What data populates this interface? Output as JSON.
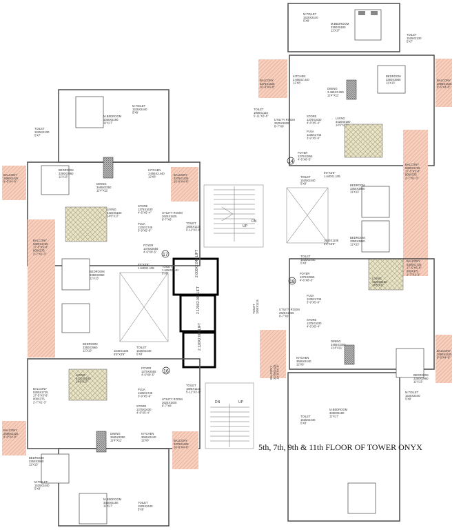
{
  "caption": "5th, 7th, 9th & 11th FLOOR OF TOWER ONYX",
  "unit_numbers": {
    "u14": "14",
    "u17": "17",
    "u18": "18",
    "u16": "16"
  },
  "lifts": {
    "lift1": "2.000X2.840 LIFT",
    "lift2": "2.120X2.000 LIFT",
    "lift3": "2.120X2.000 LIFT"
  },
  "stairs": {
    "dn": "DN",
    "up": "UP"
  },
  "ne": {
    "mtoilet": "M.TOILET\n1525X2440\n5'X8'",
    "mbedroom": "M.BEDROOM\n3350X5180\n11'X17'",
    "toilet": "TOILET\n1525X2130\n5'X7'",
    "kitchen": "KITCHEN\n3.655X2.440\n12'X8'",
    "dining": "DINING\n3.465X3.350\n11'4\"X11'",
    "bedroom": "BEDROOM\n3350X3960\n11'X13'",
    "balcony1": "BALCONY\n3275X1425\n10'-9\"X4'-8\"",
    "balcony2": "BALCONY\n2890X1425\n9'-6\"X4'-8\"",
    "toilet2": "TOILET\n1805X1115\n5'-11\"X3'-8\"",
    "utility": "UTILITY ROOM\n2625X1825\n8'-7\"X6'",
    "store": "STORE\n1375X1630\n4'-6\"X5'-4\"",
    "living": "LIVING\n4420X5180\n14'6\"X17'",
    "puja": "PUJA\n1135X1745\n3'-9\"X5'-9\"",
    "foyer": "FOYER\n1375X2555\n4'-6\"X8'-5\"",
    "balcony3": "BALCONY\n5300X1725\n17'-5\"X5'-8\"\n800X375\n2'-7\"X1'-3\"",
    "passage": "5'5\"X3'8\"\n1.640X1.105",
    "toilet3": "TOILET\n1525X2440\n5'X8'",
    "bedroom2": "BEDROOM\n3350X3960\n11'X13'",
    "bedroom3": "BEDROOM\n3350X3960\n11'X13'"
  },
  "se": {
    "toilet": "TOILET\n1525X2440\n5'X8'",
    "passage": "1640X1105\n5'5\"X3'8\"",
    "foyer": "FOYER\n1375X2555\n4'-6\"X8'-5\"",
    "living": "LIVING\n4420X5180\n14'6\"X17'",
    "balcony": "BALCONY\n5300X1725\n17'-5\"X5'-8\"\n800X375\n2'-7\"X1'-3\"",
    "puja": "PUJA\n1135X1745\n3'-9\"X5'-9\"",
    "utility": "UTILITY ROOM\n2625X1825\n8'-7\"X6'",
    "store": "STORE\n1375X1630\n4'-6\"X5'-4\"",
    "toilet2": "TOILET\n1805X1115",
    "dining": "DINING\n3465X3350\n11'4\"X11'",
    "kitchen": "KITCHEN\n3655X2440\n12'X8'",
    "balcony2": "BALCONY\n3275X1425\n10'-9\"X4'-8\"",
    "balcony3": "BALCONY\n2890X1425\n9'-6\"X4'-8\"",
    "bedroom": "BEDROOM\n3350X3960\n11'X13'",
    "mtoilet": "M.TOILET\n1525X2440\n5'X8'",
    "toilet3": "TOILET\n1525X2440\n5'X8'",
    "mbedroom": "M.BEDROOM\n3350X5180\n11'X17'"
  },
  "nw": {
    "mtoilet": "M.TOILET\n1525X2440\n5'X8'",
    "mbedroom": "M.BEDROOM\n3350X5180\n11'X17'",
    "toilet": "TOILET\n1525X2130\n5'X7'",
    "bedroom": "BEDROOM\n3350X3960\n11'X13'",
    "balcony": "BALCONY\n2890X1425\n9'-6\"X4'-8\"",
    "dining": "DINING\n3465X3350\n11'4\"X11'",
    "kitchen": "KITCHEN\n3.655X2.440\n12'X8'",
    "balcony2": "BALCONY\n3275X1425\n10'-9\"X4'-8\"",
    "store": "STORE\n1375X1630\n4'-6\"X5'-4\"",
    "utility": "UTILITY ROOM\n2625X1825\n8'-7\"X6'",
    "toilet2": "TOILET\n1805X1115\n5'-11\"X3'-8\"",
    "living": "LIVING\n4420X5180\n14'6\"X17'",
    "puja": "PUJA\n1135X1745\n3'-9\"X5'-9\"",
    "foyer": "FOYER\n1375X2555\n4'-6\"X8'-5\"",
    "balcony3": "BALCONY\n5300X1725\n17'-5\"X5'-8\"\n800X375\n2'-7\"X1'-3\"",
    "passage": "5'5\"X3'8\"\n1.640X1.105",
    "toilet3": "TOILET\n1.525X2.440\n5'X8'",
    "bedroom2": "BEDROOM\n3350X3960\n11'X13'"
  },
  "sw": {
    "bedroom": "BEDROOM\n3350X3960\n11'X13'",
    "passage": "1640X1105\n5'5\"X3'8\"",
    "toilet": "TOILET\n1525X2440\n5'X8'",
    "foyer": "FOYER\n1375X2555\n4'-6\"X8'-5\"",
    "balcony": "BALCONY\n5300X1725\n17'-5\"X5'-8\"\n800X375\n2'-7\"X1'-3\"",
    "living": "LIVING\n4420X5180\n14'6\"X17'",
    "puja": "PUJA\n1135X1745\n3'-9\"X5'-9\"",
    "store": "STORE\n1375X1630\n4'-6\"X5'-4\"",
    "utility": "UTILITY ROOM\n2625X1825\n8'-7\"X6'",
    "toilet2": "TOILET\n1805X1115\n5'-11\"X3'-8\"",
    "dining": "DINING\n3465X3350\n11'4\"X11'",
    "kitchen": "KITCHEN\n3655X2440\n12'X8'",
    "balcony2": "BALCONY\n3275X1425\n10'-9\"X4'-8\"",
    "balcony3": "BALCONY\n2890X1425\n9'-6\"X4'-8\"",
    "bedroom2": "BEDROOM\n3350X3960\n11'X13'",
    "mtoilet": "M.TOILET\n1525X2440\n5'X8'",
    "toilet3": "TOILET\n1525X2440\n5'X8'",
    "mbedroom": "M.BEDROOM\n3350X5180\n11'X17'"
  },
  "colors": {
    "balcony_fill": "#f4c9b6",
    "core_wall": "#000000",
    "wall": "#555555"
  }
}
